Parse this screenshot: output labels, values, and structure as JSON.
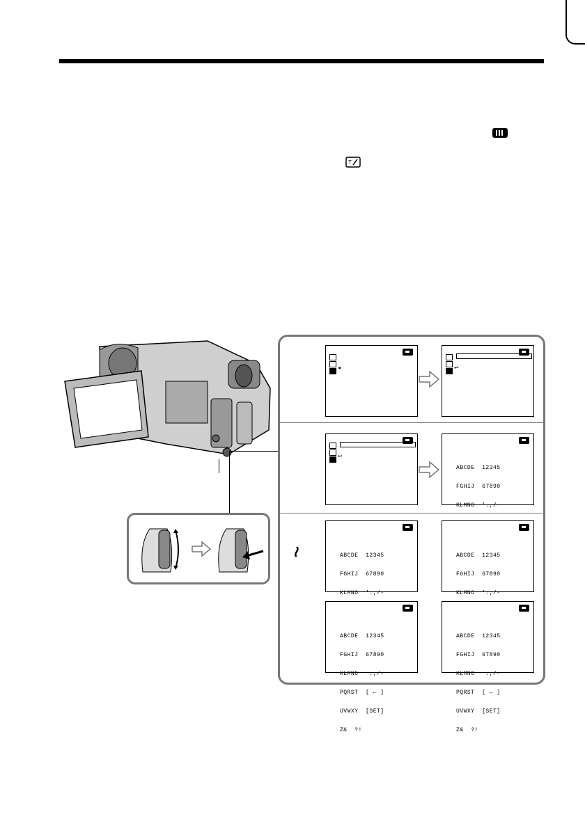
{
  "page": {
    "header_rule": "",
    "step_mark": "≀"
  },
  "icons": {
    "tape_icon": "tape-icon",
    "title_icon": "title-edit-icon",
    "folder_icon": "folder-icon",
    "cassette_icon": "cassette-memory-icon",
    "return_arrow": "↩"
  },
  "charset": {
    "row1": "ABCDE  12345",
    "row2": "FGHIJ  67890",
    "row3": "KLMNO  '.,/-",
    "row3_alt": "KLMNO   .,/-",
    "row4": "PQRST  [ ← ]",
    "row5": "UVWXY  [SET]",
    "row6": "Z&  ?!"
  },
  "colors": {
    "frame": "#777777",
    "ink": "#000000"
  }
}
